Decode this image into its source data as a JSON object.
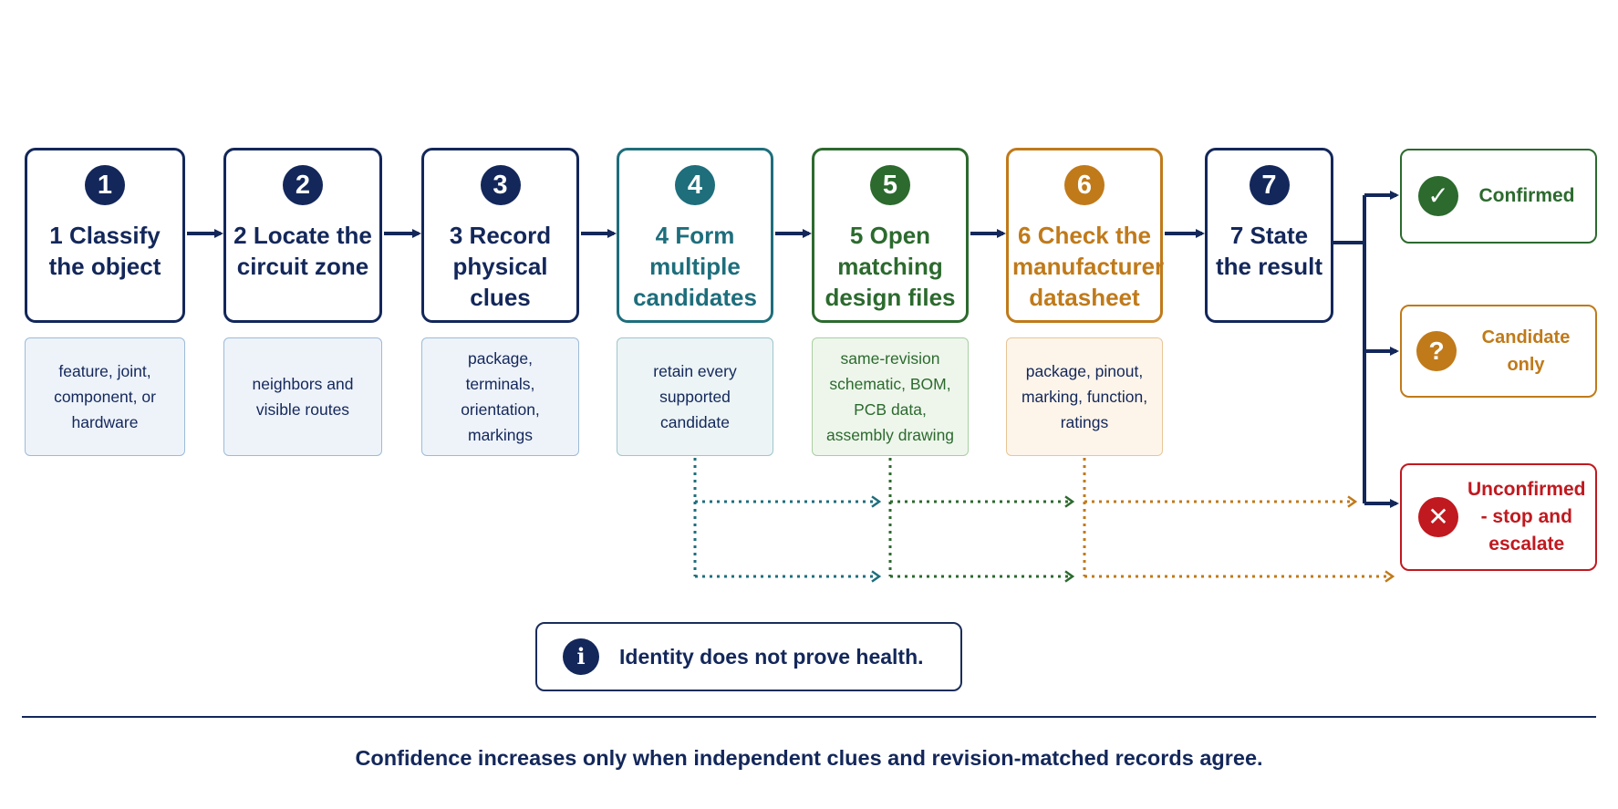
{
  "colors": {
    "navy": "#13275a",
    "teal": "#1e6e7c",
    "green": "#2c6a2e",
    "amber": "#c07a1a",
    "red": "#c0191f",
    "note_fill": "#edf3fa",
    "note_border": "#9dbbd8"
  },
  "steps": [
    {
      "number": "1",
      "title": "1 Classify the object",
      "color": "#13275a",
      "note": "feature, joint, component, or hardware",
      "note_fill": "#eef3fa",
      "note_border": "#9dbbd8",
      "note_color": "#13275a"
    },
    {
      "number": "2",
      "title": "2 Locate the circuit zone",
      "color": "#13275a",
      "note": "neighbors and visible routes",
      "note_fill": "#eef3fa",
      "note_border": "#9dbbd8",
      "note_color": "#13275a"
    },
    {
      "number": "3",
      "title": "3 Record physical clues",
      "color": "#13275a",
      "note": "package, terminals, orientation, markings",
      "note_fill": "#eef3fa",
      "note_border": "#9dbbd8",
      "note_color": "#13275a"
    },
    {
      "number": "4",
      "title": "4 Form multiple candidates",
      "color": "#1e6e7c",
      "note": "retain every supported candidate",
      "note_fill": "#ecf4f6",
      "note_border": "#9fc6cc",
      "note_color": "#13275a"
    },
    {
      "number": "5",
      "title": "5 Open matching design files",
      "color": "#2c6a2e",
      "note": "same-revision schematic, BOM, PCB data, assembly drawing",
      "note_fill": "#eef6ec",
      "note_border": "#a8cfa2",
      "note_color": "#2c6a2e"
    },
    {
      "number": "6",
      "title": "6 Check the manufacturer datasheet",
      "color": "#c07a1a",
      "note": "package, pinout, marking, function, ratings",
      "note_fill": "#fdf5ea",
      "note_border": "#e9c596",
      "note_color": "#13275a"
    },
    {
      "number": "7",
      "title": "7 State the result",
      "color": "#13275a",
      "note": "",
      "note_fill": "",
      "note_border": "",
      "note_color": ""
    }
  ],
  "outcomes": [
    {
      "label": "Confirmed",
      "icon": "check-icon",
      "glyph": "✓",
      "color": "#2c6a2e"
    },
    {
      "label": "Candidate only",
      "icon": "question-icon",
      "glyph": "?",
      "color": "#c07a1a"
    },
    {
      "label": "Unconfirmed - stop and escalate",
      "icon": "x-icon",
      "glyph": "✕",
      "color": "#c0191f"
    }
  ],
  "info": {
    "icon": "info-icon",
    "glyph": "i",
    "text": "Identity does not prove health."
  },
  "footer": {
    "text": "Confidence increases only when independent clues and revision-matched records agree."
  }
}
